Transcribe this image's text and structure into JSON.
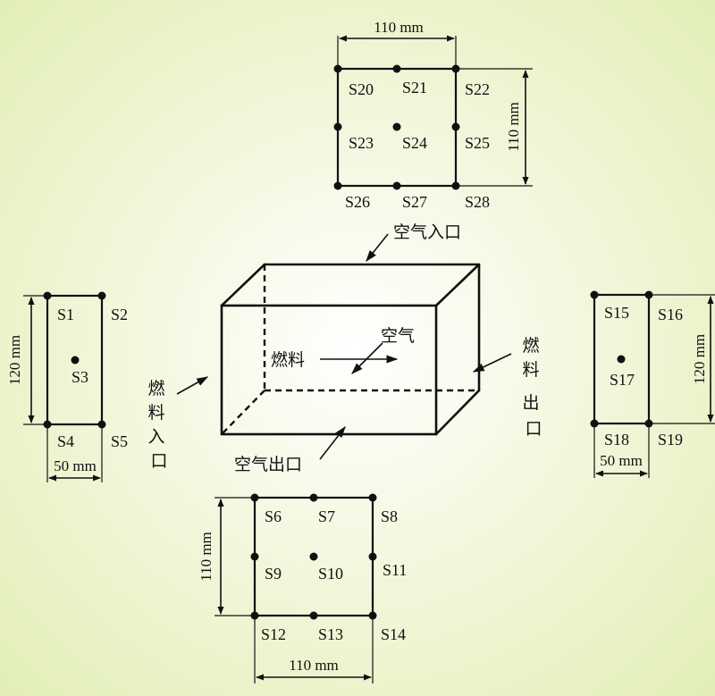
{
  "diagram": {
    "colors": {
      "bg_center": "#ffffff",
      "bg_edge": "#e2eeb4",
      "ink": "#111111"
    },
    "top_panel": {
      "width_label": "110 mm",
      "height_label": "110 mm",
      "points": [
        "S20",
        "S21",
        "S22",
        "S23",
        "S24",
        "S25",
        "S26",
        "S27",
        "S28"
      ]
    },
    "left_panel": {
      "width_label": "50 mm",
      "height_label": "120 mm",
      "points": [
        "S1",
        "S2",
        "S3",
        "S4",
        "S5"
      ]
    },
    "right_panel": {
      "width_label": "50 mm",
      "height_label": "120 mm",
      "points": [
        "S15",
        "S16",
        "S17",
        "S18",
        "S19"
      ]
    },
    "bottom_panel": {
      "width_label": "110 mm",
      "height_label": "110 mm",
      "points": [
        "S6",
        "S7",
        "S8",
        "S9",
        "S10",
        "S11",
        "S12",
        "S13",
        "S14"
      ]
    },
    "box": {
      "air_inlet": "空气入口",
      "air_outlet": "空气出口",
      "fuel_inlet": [
        "燃",
        "料",
        "入",
        "口"
      ],
      "fuel_outlet": [
        "燃",
        "料",
        "出",
        "口"
      ],
      "fuel_flow": "燃料",
      "air_flow": "空气"
    }
  }
}
